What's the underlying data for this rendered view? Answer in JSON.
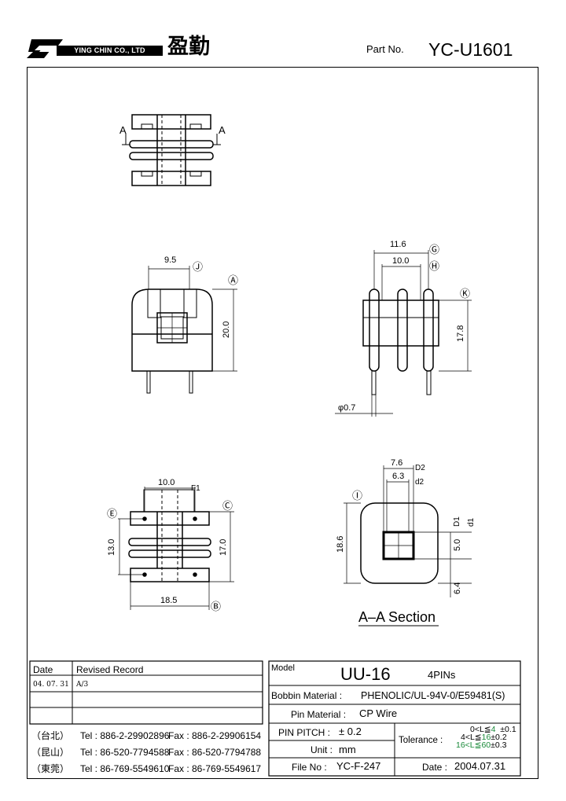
{
  "header": {
    "company_en": "YING CHIN CO., LTD",
    "company_cn": "盈勤",
    "part_no_label": "Part No.",
    "part_no": "YC-U1601"
  },
  "drawing": {
    "dims": {
      "top_width": "9.5",
      "front_height": "20.0",
      "side_outer": "11.6",
      "side_inner": "10.0",
      "side_height": "17.8",
      "pin_dia": "φ0.7",
      "bottom_top": "10.0",
      "bottom_height_outer": "17.0",
      "bottom_height_inner": "13.0",
      "bottom_width": "18.5",
      "section_outer": "7.6",
      "section_inner": "6.3",
      "section_size": "18.6",
      "section_core": "5.0",
      "section_edge": "6.4"
    },
    "labels": {
      "A": "Ⓐ",
      "B": "Ⓑ",
      "C": "Ⓒ",
      "E": "Ⓔ",
      "F1": "F1",
      "G": "Ⓖ",
      "H": "Ⓗ",
      "I": "Ⓘ",
      "J": "Ⓙ",
      "K": "Ⓚ",
      "D1": "D1",
      "D2": "D2",
      "d1": "d1",
      "d2": "d2",
      "arrow_left": "A",
      "arrow_right": "A"
    },
    "section_title": "A–A  Section"
  },
  "revisions": {
    "header_date": "Date",
    "header_record": "Revised  Record",
    "rows": [
      {
        "date": "04. 07. 31",
        "record": "A/3"
      },
      {
        "date": "",
        "record": ""
      },
      {
        "date": "",
        "record": ""
      }
    ]
  },
  "contacts": [
    {
      "city": "（台北）",
      "tel": "Tel : 886-2-29902896",
      "fax": "Fax : 886-2-29906154"
    },
    {
      "city": "（昆山）",
      "tel": "Tel : 86-520-7794588",
      "fax": "Fax : 86-520-7794788"
    },
    {
      "city": "（東莞）",
      "tel": "Tel : 86-769-5549610",
      "fax": "Fax : 86-769-5549617"
    }
  ],
  "spec": {
    "model_label": "Model",
    "model": "UU-16",
    "pins": "4PINs",
    "bobbin_label": "Bobbin  Material :",
    "bobbin": "PHENOLIC/UL-94V-0/E59481(S)",
    "pin_label": "Pin  Material :",
    "pin": "CP  Wire",
    "pitch_label": "PIN  PITCH :",
    "pitch": "± 0.2",
    "unit_label": "Unit :",
    "unit": "mm",
    "tolerance_label": "Tolerance :",
    "tol_rows": [
      {
        "range_a": "0<L≦",
        "range_b": "4",
        "tol": "±0.1"
      },
      {
        "range_a": "4<L≦",
        "range_b": "16",
        "tol": "±0.2"
      },
      {
        "range_a": "16<L≦",
        "range_b": "60",
        "tol": "±0.3"
      }
    ],
    "file_label": "File  No :",
    "file": "YC-F-247",
    "date_label": "Date :",
    "date": "2004.07.31"
  },
  "colors": {
    "accent_green": "#1a8a3a"
  }
}
